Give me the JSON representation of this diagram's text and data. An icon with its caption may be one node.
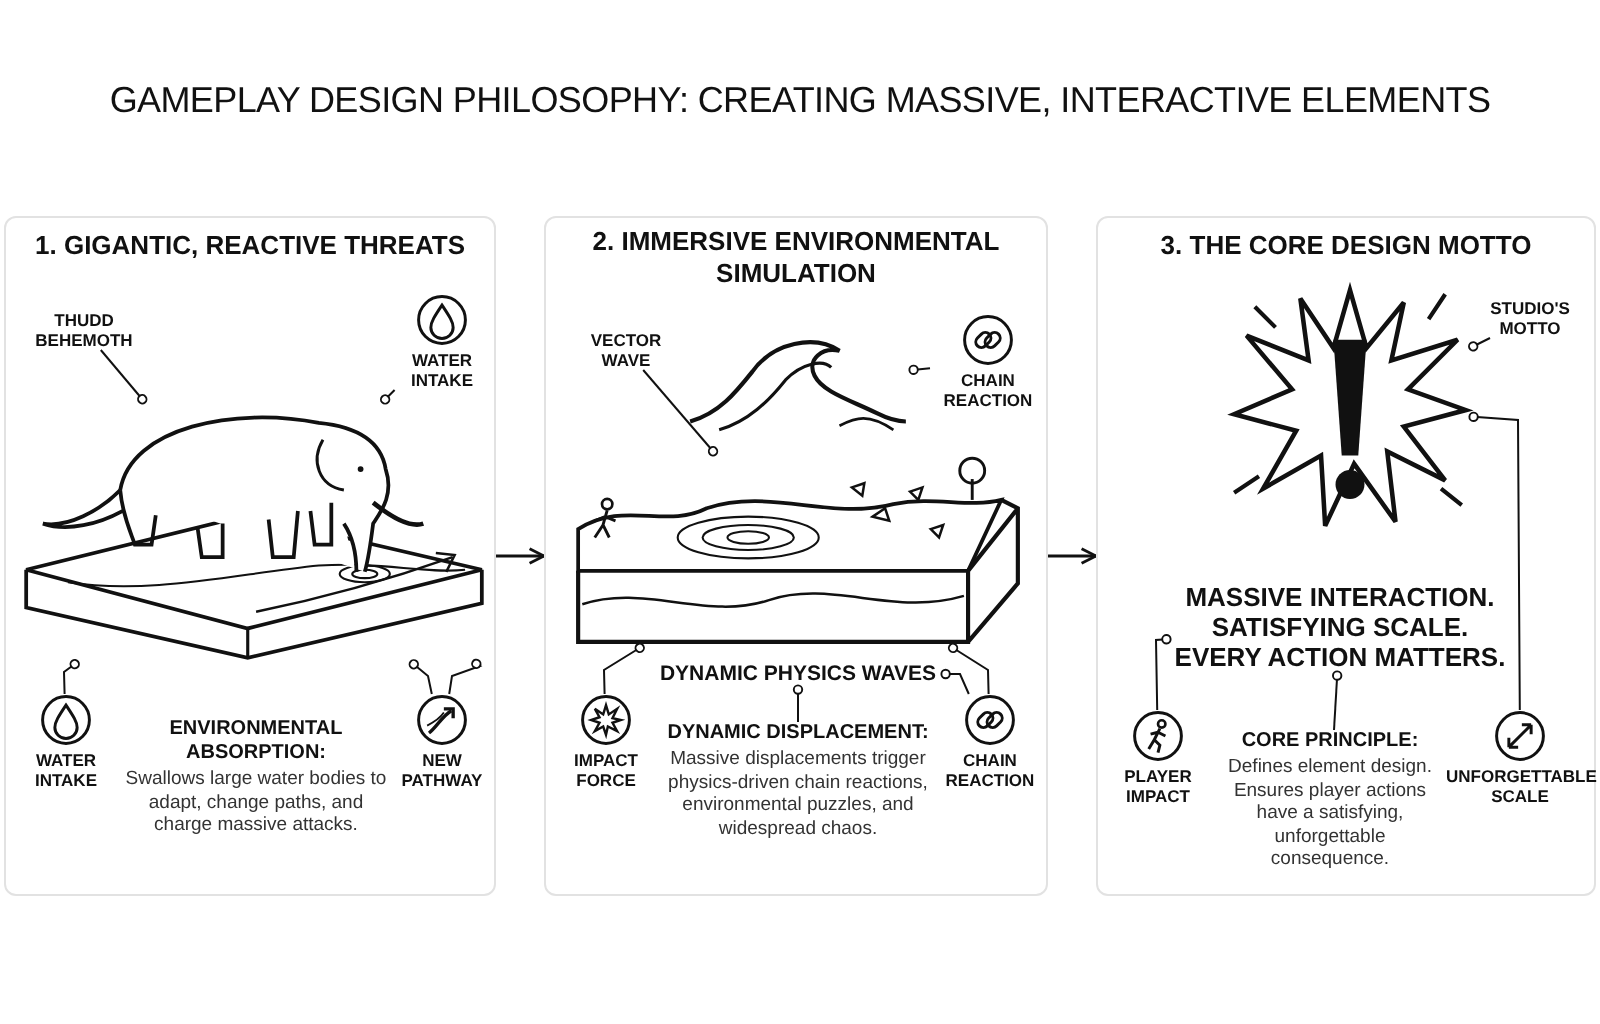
{
  "diagram": {
    "title": "GAMEPLAY DESIGN PHILOSOPHY: CREATING MASSIVE, INTERACTIVE ELEMENTS",
    "nodes": [
      {
        "text": [
          "1. GIGANTIC, REACTIVE THREATS"
        ]
      },
      {
        "text": [
          "THUDD BEHEMOTH"
        ],
        "in": 0
      },
      {
        "text": [
          "WATER INTAKE"
        ],
        "in": 0
      },
      {
        "text": [],
        "shape": "picture",
        "in": 0
      },
      {
        "text": [
          "WATER INTAKE"
        ],
        "in": 0
      },
      {
        "text": [
          "ENVIRONMENTAL ABSORPTION:",
          "Swallows large water bodies to adapt, change paths, and charge massive attacks."
        ],
        "in": 0
      },
      {
        "text": [
          "NEW PATHWAY"
        ],
        "in": 0
      },
      {
        "text": [
          "2. IMMERSIVE ENVIRONMENTAL SIMULATION"
        ]
      },
      {
        "text": [
          "VECTOR WAVE"
        ],
        "in": 7
      },
      {
        "text": [],
        "shape": "picture",
        "in": 7
      },
      {
        "text": [
          "CHAIN REACTION"
        ],
        "in": 7
      },
      {
        "text": [],
        "shape": "picture",
        "in": 7
      },
      {
        "text": [
          "IMPACT FORCE"
        ],
        "in": 7
      },
      {
        "text": [
          "DYNAMIC PHYSICS WAVES"
        ],
        "in": 7
      },
      {
        "text": [
          "DYNAMIC DISPLACEMENT:",
          "Massive displacements trigger physics-driven chain reactions, environmental puzzles, and widespread chaos."
        ],
        "in": 7
      },
      {
        "text": [
          "CHAIN REACTION"
        ],
        "in": 7
      },
      {
        "text": [
          "3. THE CORE DESIGN MOTTO"
        ]
      },
      {
        "text": [],
        "shape": "picture",
        "in": 16
      },
      {
        "text": [
          "STUDIO'S MOTTO"
        ],
        "in": 16
      },
      {
        "text": [
          "MASSIVE INTERACTION. SATISFYING SCALE. EVERY ACTION MATTERS."
        ],
        "in": 16
      },
      {
        "text": [
          "PLAYER IMPACT"
        ],
        "in": 16
      },
      {
        "text": [
          "CORE PRINCIPLE:",
          "Defines element design. Ensures player actions have a satisfying, unforgettable consequence."
        ],
        "in": 16
      },
      {
        "text": [
          "UNFORGETTABLE SCALE"
        ],
        "in": 16
      }
    ],
    "edges": [
      {
        "from": 0,
        "to": 7,
        "arrow": "to"
      },
      {
        "from": 7,
        "to": 16,
        "arrow": "to"
      },
      {
        "from": 1,
        "to": 3,
        "arrow": "other"
      },
      {
        "from": 2,
        "to": 3,
        "arrow": "other"
      },
      {
        "from": 4,
        "to": 3,
        "arrow": "other"
      },
      {
        "from": 6,
        "to": 3,
        "arrow": "other"
      },
      {
        "from": 6,
        "to": 3,
        "arrow": "other"
      },
      {
        "from": 8,
        "to": 11,
        "arrow": "other"
      },
      {
        "from": 10,
        "to": 9,
        "arrow": "other"
      },
      {
        "from": 12,
        "to": 11,
        "arrow": "other"
      },
      {
        "from": 15,
        "to": 11,
        "arrow": "other"
      },
      {
        "from": 15,
        "to": 13,
        "arrow": "other"
      },
      {
        "from": 14,
        "to": 13,
        "arrow": "other"
      },
      {
        "from": 18,
        "to": 17,
        "arrow": "other"
      },
      {
        "from": 20,
        "to": 19,
        "arrow": "other"
      },
      {
        "from": 21,
        "to": 19,
        "arrow": "other"
      },
      {
        "from": 22,
        "to": 17,
        "arrow": "other"
      }
    ]
  }
}
